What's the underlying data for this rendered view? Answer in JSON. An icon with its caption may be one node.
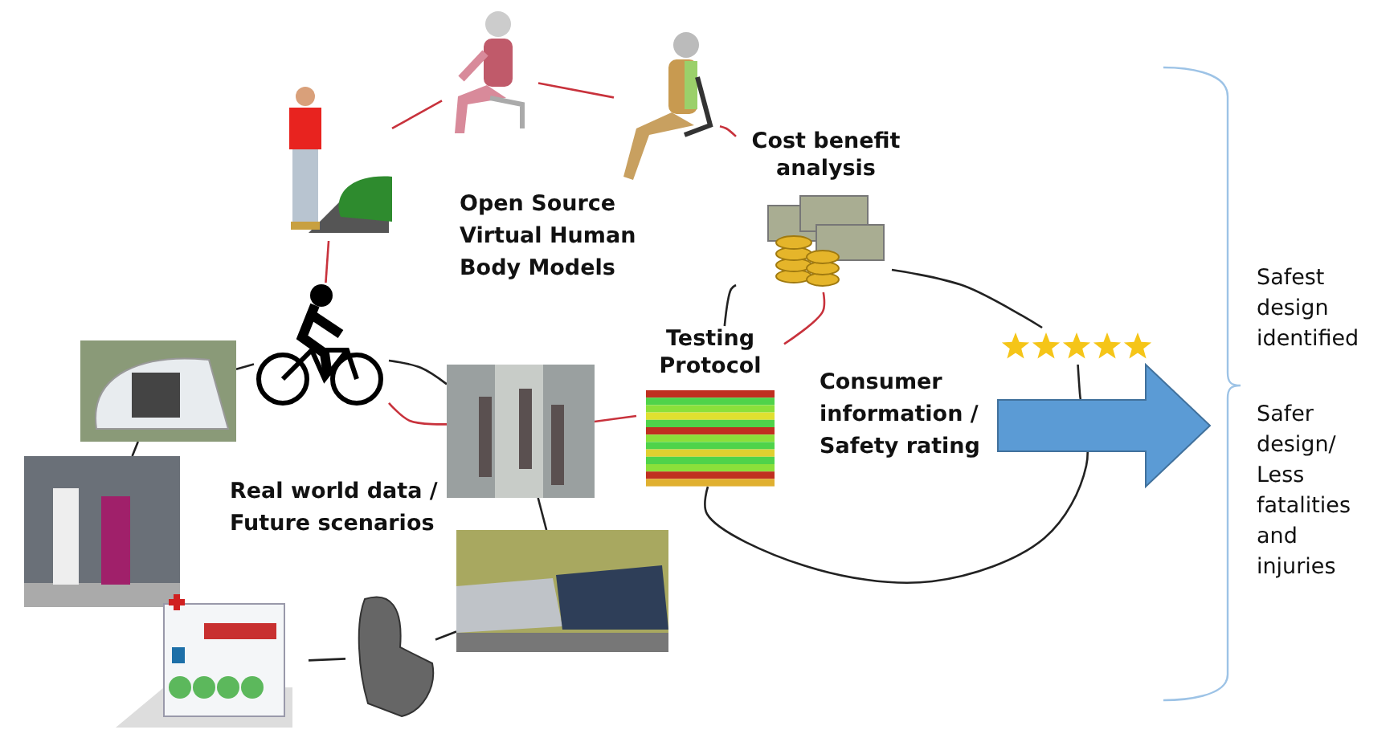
{
  "diagram": {
    "nodes": [
      {
        "text": [],
        "shape": "picture"
      },
      {
        "text": [],
        "shape": "picture"
      },
      {
        "text": [],
        "shape": "picture"
      },
      {
        "text": [
          "Cost benefit analysis"
        ]
      },
      {
        "text": [],
        "shape": "picture"
      },
      {
        "text": [
          "Testing Protocol"
        ]
      },
      {
        "text": [],
        "shape": "picture"
      },
      {
        "text": [],
        "shape": "picture"
      },
      {
        "text": [],
        "shape": "picture"
      },
      {
        "text": [],
        "shape": "picture"
      },
      {
        "text": [],
        "shape": "picture"
      },
      {
        "text": [],
        "shape": "picture"
      },
      {
        "text": [],
        "shape": "picture"
      }
    ],
    "edges": [
      {
        "from": 0,
        "to": 1,
        "arrow": "none",
        "color": "#c8323c"
      },
      {
        "from": 1,
        "to": 2,
        "arrow": "none",
        "color": "#c8323c"
      },
      {
        "from": 2,
        "to": 3,
        "arrow": "none",
        "color": "#c8323c"
      },
      {
        "from": 0,
        "to": 6,
        "arrow": "none",
        "color": "#c8323c"
      },
      {
        "from": 3,
        "to": 4,
        "arrow": "none"
      },
      {
        "from": 3,
        "to": 5,
        "arrow": "none"
      },
      {
        "from": 3,
        "to": 5,
        "arrow": "none",
        "color": "#c8323c"
      },
      {
        "from": 8,
        "to": 6,
        "arrow": "none"
      },
      {
        "from": 6,
        "to": 7,
        "arrow": "none"
      },
      {
        "from": 6,
        "to": 7,
        "arrow": "none",
        "color": "#c8323c"
      },
      {
        "from": 7,
        "to": 5,
        "arrow": "none",
        "color": "#c8323c"
      },
      {
        "from": 8,
        "to": 9,
        "arrow": "none"
      },
      {
        "from": 7,
        "to": 12,
        "arrow": "none"
      },
      {
        "from": 12,
        "to": 11,
        "arrow": "none"
      },
      {
        "from": 11,
        "to": 10,
        "arrow": "none"
      },
      {
        "from": 5,
        "to": 4,
        "arrow": "none"
      }
    ],
    "labels": [
      "Open Source Virtual Human Body Models",
      "Real world data / Future scenarios",
      "Consumer information / Safety rating",
      "Safest design identified",
      "Safer design/ Less fatalities and injuries"
    ]
  }
}
